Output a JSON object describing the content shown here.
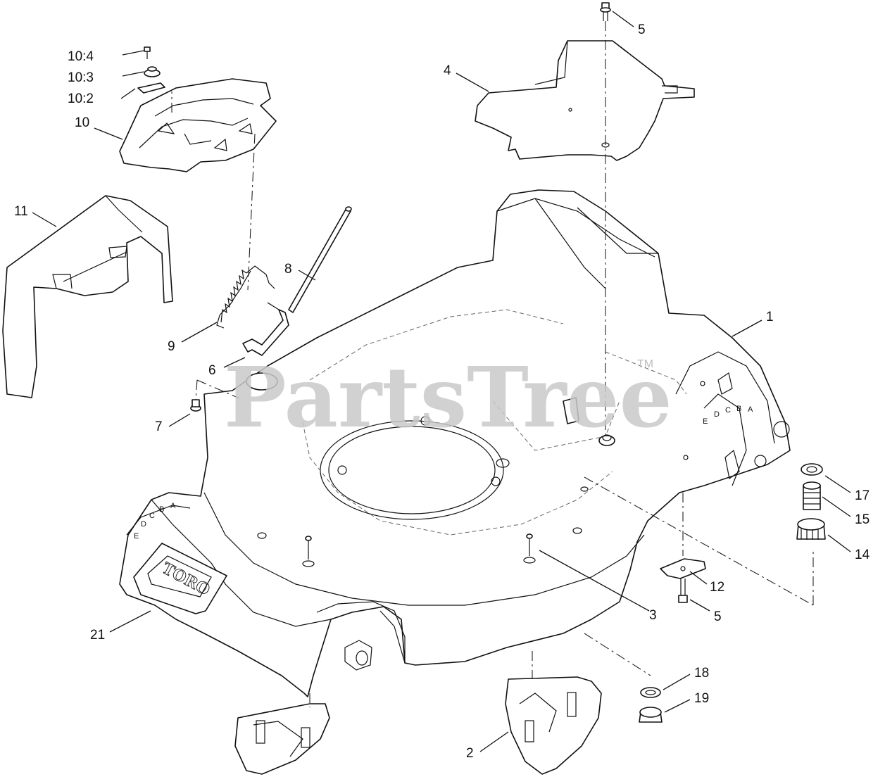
{
  "watermark": {
    "text": "PartsTree",
    "trademark": "TM"
  },
  "deck_logo": "TORO",
  "height_letters": [
    "E",
    "D",
    "C",
    "B",
    "A"
  ],
  "callouts": [
    {
      "id": "1",
      "label": "1"
    },
    {
      "id": "2",
      "label": "2"
    },
    {
      "id": "3",
      "label": "3"
    },
    {
      "id": "4",
      "label": "4"
    },
    {
      "id": "5a",
      "label": "5"
    },
    {
      "id": "5b",
      "label": "5"
    },
    {
      "id": "6",
      "label": "6"
    },
    {
      "id": "7",
      "label": "7"
    },
    {
      "id": "8",
      "label": "8"
    },
    {
      "id": "9",
      "label": "9"
    },
    {
      "id": "10",
      "label": "10"
    },
    {
      "id": "10-2",
      "label": "10:2"
    },
    {
      "id": "10-3",
      "label": "10:3"
    },
    {
      "id": "10-4",
      "label": "10:4"
    },
    {
      "id": "11",
      "label": "11"
    },
    {
      "id": "12",
      "label": "12"
    },
    {
      "id": "14",
      "label": "14"
    },
    {
      "id": "15",
      "label": "15"
    },
    {
      "id": "17",
      "label": "17"
    },
    {
      "id": "18",
      "label": "18"
    },
    {
      "id": "19",
      "label": "19"
    },
    {
      "id": "21",
      "label": "21"
    }
  ]
}
